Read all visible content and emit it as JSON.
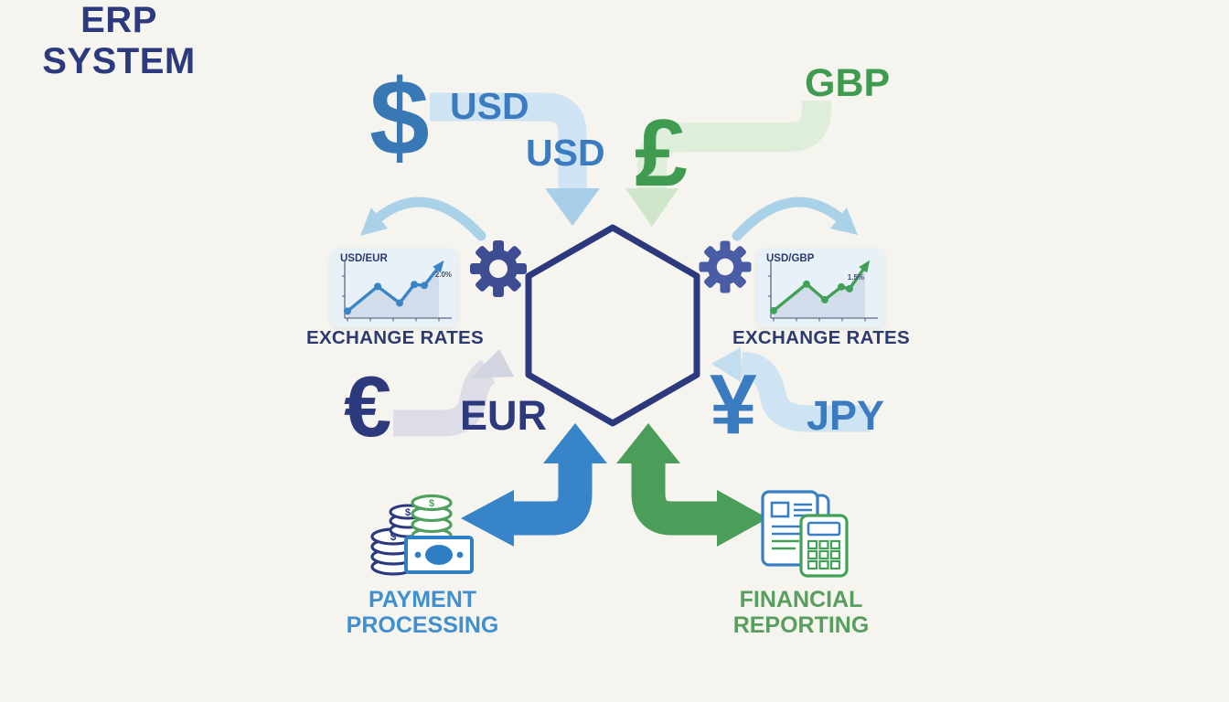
{
  "background_color": "#f6f4ee",
  "palette": {
    "navy": "#2c3a7d",
    "blue": "#3b7cc1",
    "sky_blue_text": "#4090cf",
    "green": "#3f9b4f",
    "soft_green_text": "#579e5f",
    "light_blue_band": "#cfe4f3",
    "light_green_band": "#dfeeda",
    "gray_band": "#dcdde6",
    "solid_arrow_blue": "#3884c8",
    "solid_arrow_green": "#4a9e5a"
  },
  "center": {
    "line1": "ERP",
    "line2": "SYSTEM"
  },
  "inflows": {
    "usd": {
      "symbol": "$",
      "label": "USD",
      "flow_label": "USD"
    },
    "gbp": {
      "symbol": "£",
      "label": "GBP"
    },
    "eur": {
      "symbol": "€",
      "label": "EUR"
    },
    "jpy": {
      "symbol": "¥",
      "label": "JPY"
    }
  },
  "charts": {
    "left": {
      "title": "USD/EUR",
      "caption": "EXCHANGE RATES",
      "change": "2.0%"
    },
    "right": {
      "title": "USD/GBP",
      "caption": "EXCHANGE RATES",
      "change": "1.5%"
    }
  },
  "outputs": {
    "payment": {
      "line1": "PAYMENT",
      "line2": "PROCESSING"
    },
    "financial": {
      "line1": "FINANCIAL",
      "line2": "REPORTING"
    }
  },
  "icons": {
    "coin_symbol": "$"
  },
  "chart_data": [
    {
      "type": "line",
      "title": "USD/EUR",
      "caption": "EXCHANGE RATES",
      "annotation": "2.0%",
      "x_normalized": [
        0,
        0.33,
        0.57,
        0.73,
        0.84,
        1
      ],
      "y_normalized": [
        0.07,
        0.59,
        0.24,
        0.63,
        0.61,
        1
      ],
      "line_color": "#3b85c4",
      "axis_tick_labels_visible": false,
      "trend": "up"
    },
    {
      "type": "line",
      "title": "USD/GBP",
      "caption": "EXCHANGE RATES",
      "annotation": "1.5%",
      "x_normalized": [
        0,
        0.36,
        0.56,
        0.74,
        0.83,
        1
      ],
      "y_normalized": [
        0.08,
        0.64,
        0.31,
        0.58,
        0.54,
        1
      ],
      "line_color": "#43a157",
      "axis_tick_labels_visible": false,
      "trend": "up"
    }
  ]
}
